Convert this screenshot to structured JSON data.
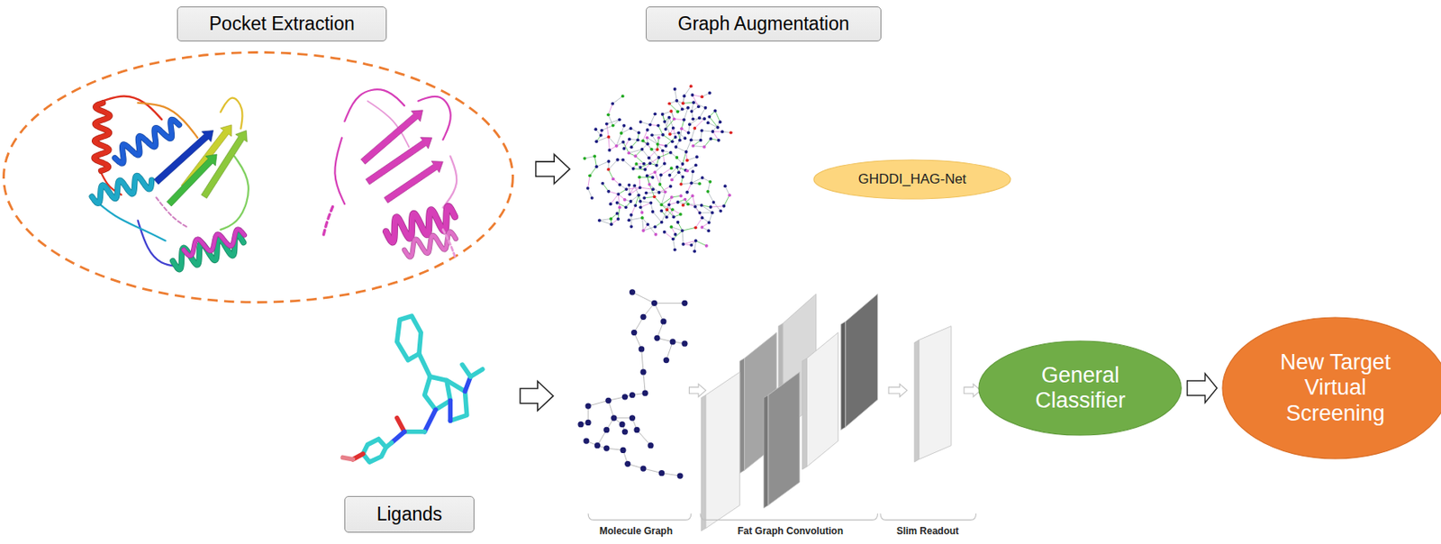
{
  "diagram": {
    "nodes": [
      {
        "text": [
          "Pocket Extraction"
        ]
      },
      {
        "text": [
          "Graph Augmentation"
        ]
      },
      {
        "text": [
          "GHDDI_HAG-Net"
        ]
      },
      {
        "text": [
          "Ligands"
        ]
      },
      {
        "text": [
          "General Classifier"
        ]
      },
      {
        "text": [
          "New Target Virtual Screening"
        ]
      }
    ],
    "edges": [
      {
        "from": 4,
        "to": 5,
        "arrow": "to"
      }
    ],
    "labels": [
      "Molecule Graph",
      "Fat Graph Convolution",
      "Slim Readout"
    ]
  }
}
